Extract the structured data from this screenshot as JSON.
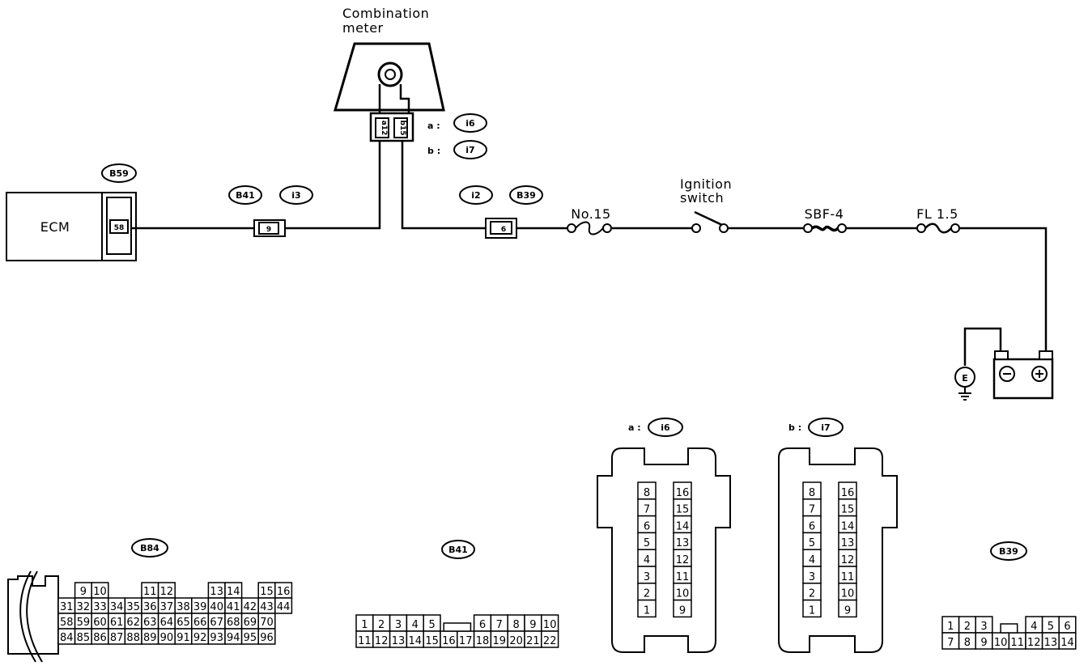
{
  "components": {
    "ecm": "ECM",
    "combination_meter": "Combination\nmeter",
    "ignition_switch": "Ignition\nswitch",
    "fuse_no15": "No.15",
    "fuse_sbf4": "SBF-4",
    "fuse_fl15": "FL 1.5",
    "ground": "E"
  },
  "connector_tags": {
    "ecm": "B59",
    "b41": "B41",
    "i3": "i3",
    "i2": "i2",
    "b39": "B39",
    "meter_a": "i6",
    "meter_b": "i7",
    "b84": "B84",
    "b41_face": "B41",
    "i6_face": "i6",
    "i7_face": "i7",
    "b39_face": "B39"
  },
  "meter_connector_letters": {
    "a": "a :",
    "b": "b :"
  },
  "pins": {
    "ecm": "58",
    "b41_i3": "9",
    "i2_b39": "6",
    "meter_a": "a12",
    "meter_b": "b15"
  },
  "faces": {
    "b84": {
      "rows": [
        [
          "",
          "9",
          "10",
          "",
          "",
          "11",
          "12",
          "",
          "",
          "13",
          "14",
          "",
          "15",
          "16"
        ],
        [
          "31",
          "32",
          "33",
          "34",
          "35",
          "36",
          "37",
          "38",
          "39",
          "40",
          "41",
          "42",
          "43",
          "44"
        ],
        [
          "58",
          "59",
          "60",
          "61",
          "62",
          "63",
          "64",
          "65",
          "66",
          "67",
          "68",
          "69",
          "70",
          ""
        ],
        [
          "84",
          "85",
          "86",
          "87",
          "88",
          "89",
          "90",
          "91",
          "92",
          "93",
          "94",
          "95",
          "96",
          ""
        ]
      ]
    },
    "b41": {
      "row1": [
        "1",
        "2",
        "3",
        "4",
        "5",
        "",
        "",
        "6",
        "7",
        "8",
        "9",
        "10"
      ],
      "row2": [
        "11",
        "12",
        "13",
        "14",
        "15",
        "16",
        "17",
        "18",
        "19",
        "20",
        "21",
        "22"
      ]
    },
    "i6": {
      "left": [
        "8",
        "7",
        "6",
        "5",
        "4",
        "3",
        "2",
        "1"
      ],
      "right": [
        "16",
        "15",
        "14",
        "13",
        "12",
        "11",
        "10",
        "9"
      ]
    },
    "i7": {
      "left": [
        "8",
        "7",
        "6",
        "5",
        "4",
        "3",
        "2",
        "1"
      ],
      "right": [
        "16",
        "15",
        "14",
        "13",
        "12",
        "11",
        "10",
        "9"
      ]
    },
    "b39": {
      "row1": [
        "1",
        "2",
        "3",
        "",
        "",
        "4",
        "5",
        "6"
      ],
      "row2": [
        "7",
        "8",
        "9",
        "10",
        "11",
        "12",
        "13",
        "14"
      ]
    }
  }
}
